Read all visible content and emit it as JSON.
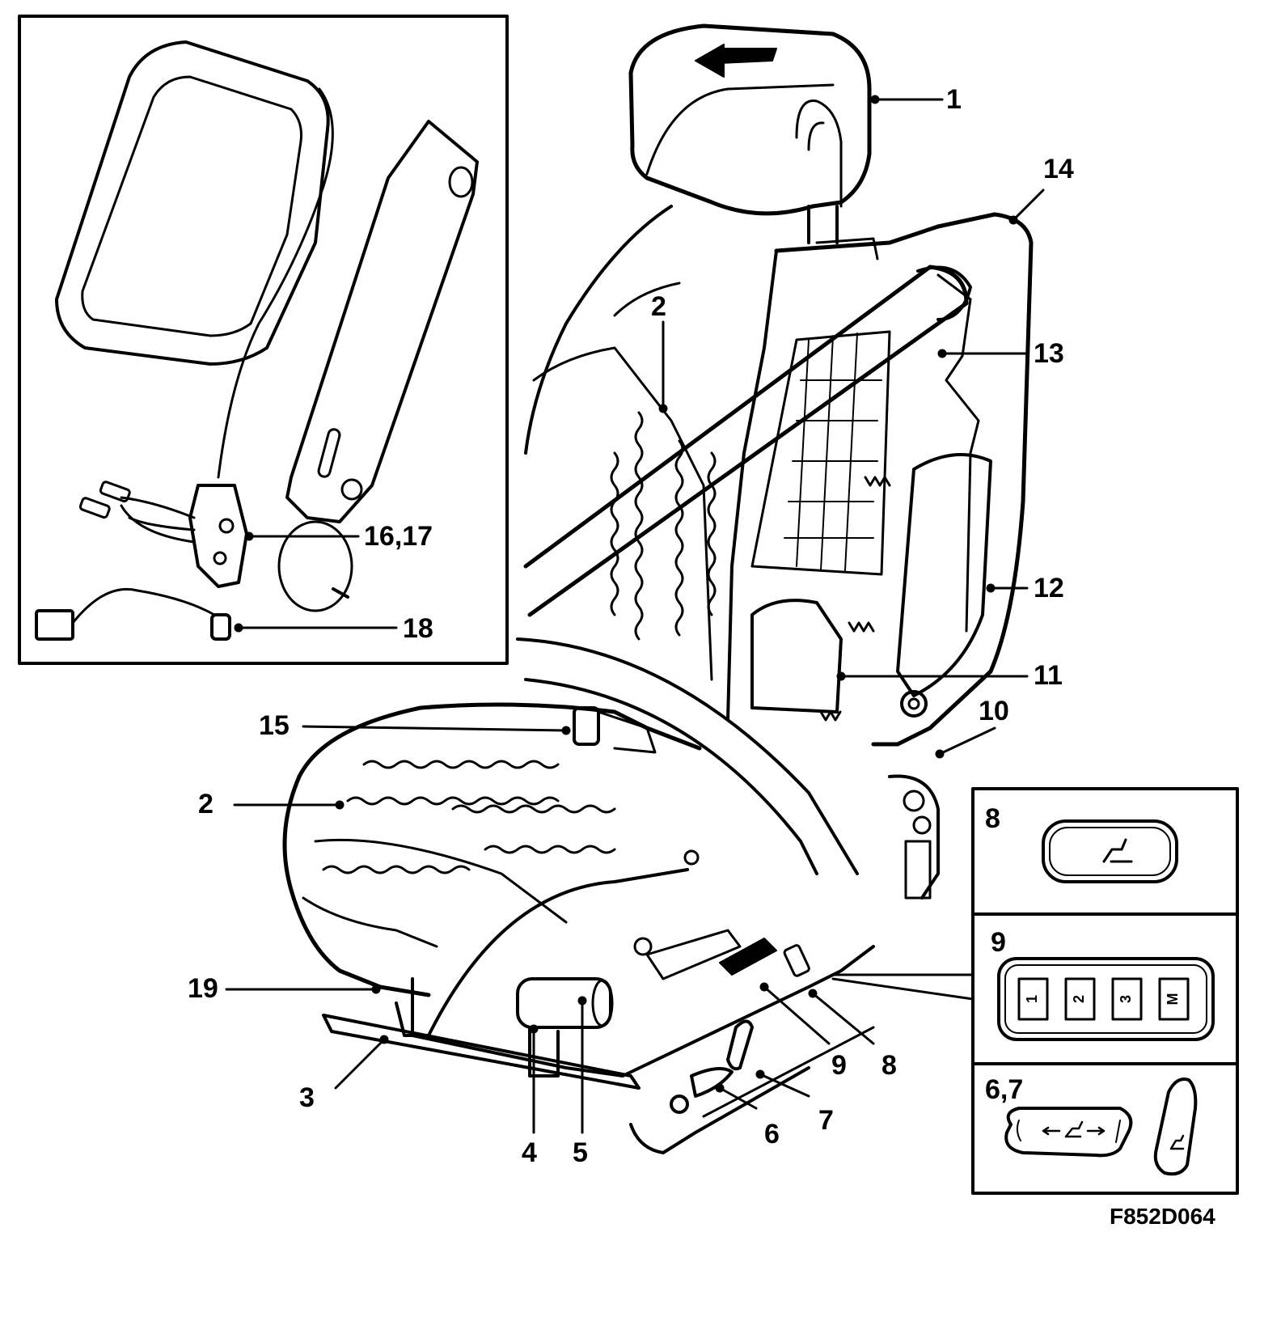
{
  "callouts": {
    "c1": "1",
    "c2a": "2",
    "c2b": "2",
    "c3": "3",
    "c4": "4",
    "c5": "5",
    "c6": "6",
    "c7": "7",
    "c8": "8",
    "c9": "9",
    "c10": "10",
    "c11": "11",
    "c12": "12",
    "c13": "13",
    "c14": "14",
    "c15": "15",
    "c1617": "16,17",
    "c18": "18",
    "c19": "19"
  },
  "panels": {
    "p8": "8",
    "p9": "9",
    "p67": "6,7"
  },
  "memory_buttons": [
    "1",
    "2",
    "3",
    "M"
  ],
  "figure_code": "F852D064"
}
